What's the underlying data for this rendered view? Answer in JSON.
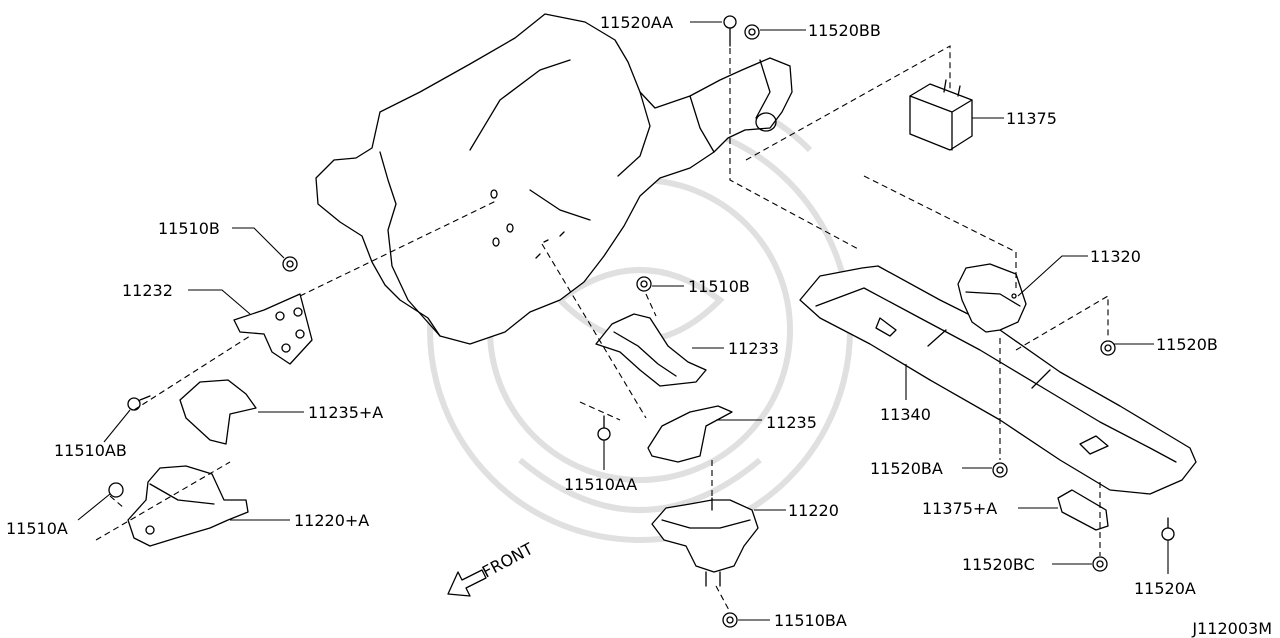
{
  "diagram_id": "J112003M",
  "front_label": "FRONT",
  "parts": {
    "p11520AA": "11520AA",
    "p11520BB": "11520BB",
    "p11375": "11375",
    "p11510B_left": "11510B",
    "p11232": "11232",
    "p11510B_center": "11510B",
    "p11233": "11233",
    "p11320": "11320",
    "p11520B": "11520B",
    "p11510AB": "11510AB",
    "p11235A": "11235+A",
    "p11340": "11340",
    "p11235": "11235",
    "p11520BA": "11520BA",
    "p11510AA": "11510AA",
    "p11375A": "11375+A",
    "p11510A": "11510A",
    "p11220A": "11220+A",
    "p11220": "11220",
    "p11520BC": "11520BC",
    "p11520A": "11520A",
    "p11510BA": "11510BA"
  }
}
